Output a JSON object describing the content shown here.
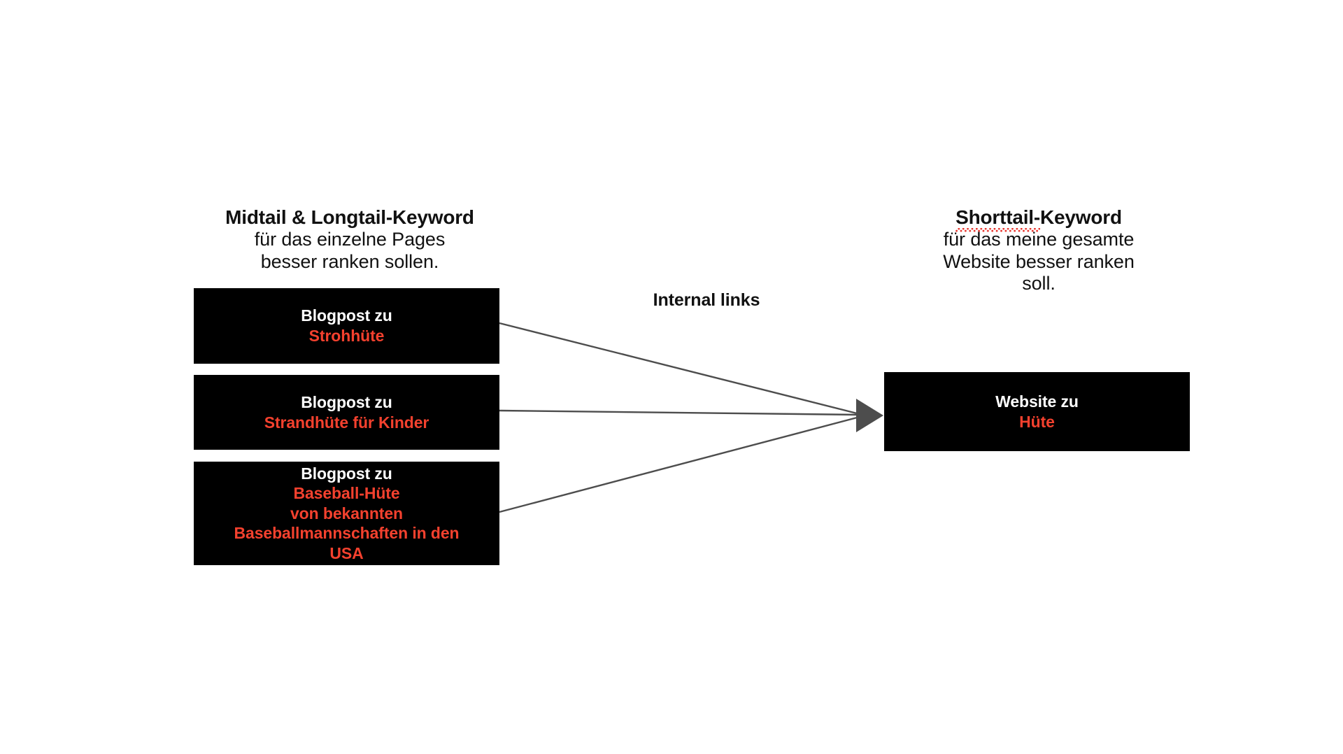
{
  "diagram": {
    "title_left": {
      "strong": "Midtail & Longtail-Keyword",
      "line2": "für das einzelne Pages",
      "line3": "besser ranken sollen."
    },
    "title_right": {
      "strong_misspelled": "Shorttail-",
      "strong_rest": "Keyword",
      "line2": "für das meine gesamte",
      "line3": "Website besser ranken",
      "line4": "soll."
    },
    "connector_label": "Internal links",
    "source_nodes": [
      {
        "prefix": "Blogpost zu",
        "keyword_lines": [
          "Strohhüte"
        ]
      },
      {
        "prefix": "Blogpost zu",
        "keyword_lines": [
          "Strandhüte für Kinder"
        ]
      },
      {
        "prefix": "Blogpost zu",
        "keyword_lines": [
          "Baseball-Hüte",
          "von bekannten",
          "Baseballmannschaften in den",
          "USA"
        ]
      }
    ],
    "target_node": {
      "prefix": "Website zu",
      "keyword_lines": [
        "Hüte"
      ]
    },
    "colors": {
      "background": "#ffffff",
      "box_fill": "#000000",
      "keyword_red": "#f4412e",
      "text_white": "#ffffff",
      "text_black": "#111111",
      "arrow_gray": "#4d4d4d",
      "spellcheck_red": "#e8322a"
    }
  }
}
